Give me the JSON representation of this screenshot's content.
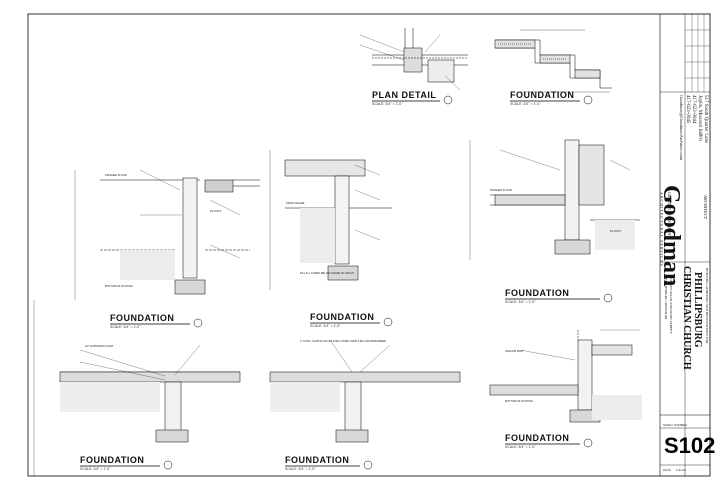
{
  "titleblock": {
    "architect_name": "Goodman",
    "architect_tagline": "ARCHITECTURAL SERVICES",
    "architect_address": "517 South Quarter Lane",
    "architect_city": "Joplin, Missouri 64801",
    "architect_phone": "417-623-0044",
    "architect_fax": "417-623-0045",
    "architect_email": "Goodman@GoodmanArchitect.com",
    "architect_role": "ARCHITECT",
    "architect_person": "GREGORY A. GOODMAN",
    "project_caption": "BUILDING ADDITION AND RENOVATIONS FOR",
    "project_name_1": "PHILLIPSBURG",
    "project_name_2": "CHRISTIAN CHURCH",
    "project_address": "COUNTY ROAD AND MAIN STREET",
    "project_city": "PHILLIPSBURG, MISSOURI",
    "sheet_number_label": "SHEET NUMBER",
    "sheet_number": "S102",
    "date_label": "DATE",
    "date": "1/31/14"
  },
  "details": [
    {
      "id": "plan-detail",
      "title": "PLAN DETAIL",
      "scale": "SCALE: 3/4\" = 1'-0\""
    },
    {
      "id": "foundation-top-right",
      "title": "FOUNDATION",
      "scale": "SCALE: 3/4\" = 1'-0\""
    },
    {
      "id": "foundation-mid-left",
      "title": "FOUNDATION",
      "scale": "SCALE: 3/4\" = 1'-0\""
    },
    {
      "id": "foundation-mid-center",
      "title": "FOUNDATION",
      "scale": "SCALE: 3/4\" = 1'-0\""
    },
    {
      "id": "foundation-mid-right",
      "title": "FOUNDATION",
      "scale": "SCALE: 3/4\" = 1'-0\""
    },
    {
      "id": "foundation-bot-left",
      "title": "FOUNDATION",
      "scale": "SCALE: 3/4\" = 1'-0\""
    },
    {
      "id": "foundation-bot-center",
      "title": "FOUNDATION",
      "scale": "SCALE: 3/4\" = 1'-0\""
    },
    {
      "id": "foundation-bot-right",
      "title": "FOUNDATION",
      "scale": "SCALE: 3/4\" = 1'-0\""
    }
  ],
  "notes": {
    "finished_floor": "FINISHED FLOOR",
    "bottom_of_footing": "BOTTOM OF FOOTING",
    "fill_cells": "FILL ALL CORES BELOW GRADE W/ GROUT",
    "rebar": "#4 CONT.",
    "finish_grade": "FINISH GRADE",
    "expansion_joint": "1/2\" EXPANSION JOINT",
    "slab": "4\" CONC. SLAB W/ 6x6 W1.4xW1.4 WWF OVER 6 MIL VAPOR BARRIER",
    "anchor_bolt": "ANCHOR BOLT"
  }
}
